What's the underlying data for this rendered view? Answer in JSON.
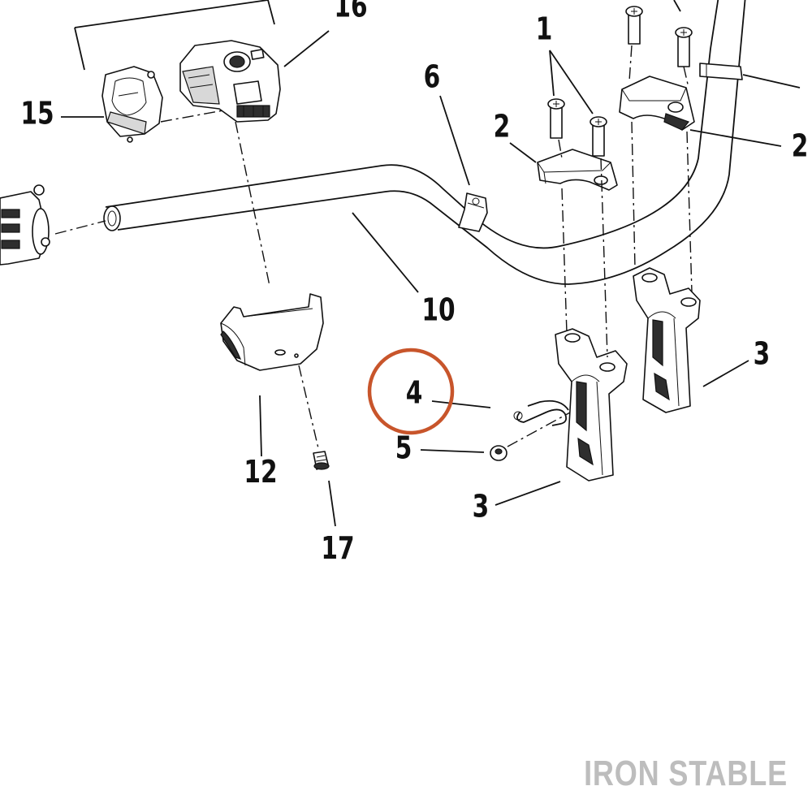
{
  "callouts": {
    "c1": "1",
    "c2a": "2",
    "c2b": "2",
    "c3a": "3",
    "c3b": "3",
    "c4": "4",
    "c5": "5",
    "c6": "6",
    "c10": "10",
    "c12": "12",
    "c15": "15",
    "c16": "16",
    "c17": "17"
  },
  "highlight": {
    "callout": "4",
    "color": "#c8552b"
  },
  "watermark": "IRON STABLE"
}
